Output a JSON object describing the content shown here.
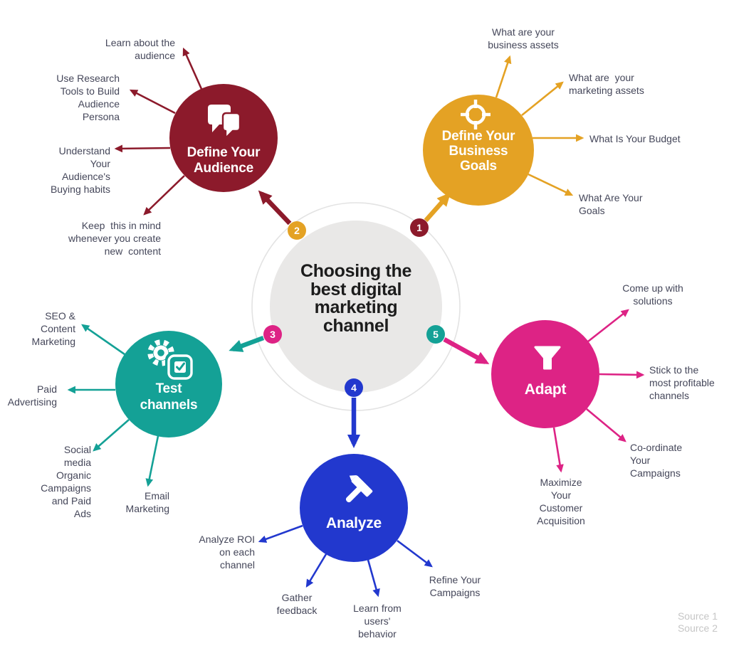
{
  "center": {
    "title": "Choosing the\nbest digital\nmarketing\nchannel"
  },
  "sources": [
    "Source 1",
    "Source 2"
  ],
  "colors": {
    "gold": "#E4A224",
    "dark_red": "#8C1A2B",
    "teal": "#14A196",
    "blue": "#2238CE",
    "pink": "#DD2385",
    "center_circle_gray": "#E9E8E7",
    "ring_gray": "#E3E3E3",
    "label_text": "#45475A",
    "source_text": "#C6C6C6"
  },
  "branches": [
    {
      "name": "define-business-goals",
      "badge": "1",
      "badge_color": "#8C1A2B",
      "color": "#E4A224",
      "icon": "target-icon",
      "title": "Define Your\nBusiness\nGoals",
      "items": [
        "What are your\nbusiness assets",
        "What are  your\nmarketing assets",
        "What Is Your Budget",
        "What Are Your\nGoals"
      ]
    },
    {
      "name": "define-audience",
      "badge": "2",
      "badge_color": "#E4A224",
      "color": "#8C1A2B",
      "icon": "chat-bubbles-icon",
      "title": "Define Your\nAudience",
      "items": [
        "Learn about the\naudience",
        "Use Research\nTools to Build\nAudience\nPersona",
        "Understand\nYour\nAudience's\nBuying habits",
        "Keep  this in mind\nwhenever you create\nnew  content"
      ]
    },
    {
      "name": "test-channels",
      "badge": "3",
      "badge_color": "#DD2385",
      "color": "#14A196",
      "icon": "gear-check-icon",
      "title": "Test\nchannels",
      "items": [
        "SEO &\nContent\nMarketing",
        "Paid\nAdvertising",
        "Social\nmedia\nOrganic\nCampaigns\nand Paid\nAds",
        "Email\nMarketing"
      ]
    },
    {
      "name": "analyze",
      "badge": "4",
      "badge_color": "#2238CE",
      "color": "#2238CE",
      "icon": "hammer-icon",
      "title": "Analyze",
      "items": [
        "Analyze ROI\non each\nchannel",
        "Gather\nfeedback",
        "Learn from\nusers'\nbehavior",
        "Refine Your\nCampaigns"
      ]
    },
    {
      "name": "adapt",
      "badge": "5",
      "badge_color": "#14A196",
      "color": "#DD2385",
      "icon": "funnel-icon",
      "title": "Adapt",
      "items": [
        "Come up with\nsolutions",
        "Stick to the\nmost profitable\nchannels",
        "Co-ordinate\nYour\nCampaigns",
        "Maximize\nYour\nCustomer\nAcquisition"
      ]
    }
  ]
}
